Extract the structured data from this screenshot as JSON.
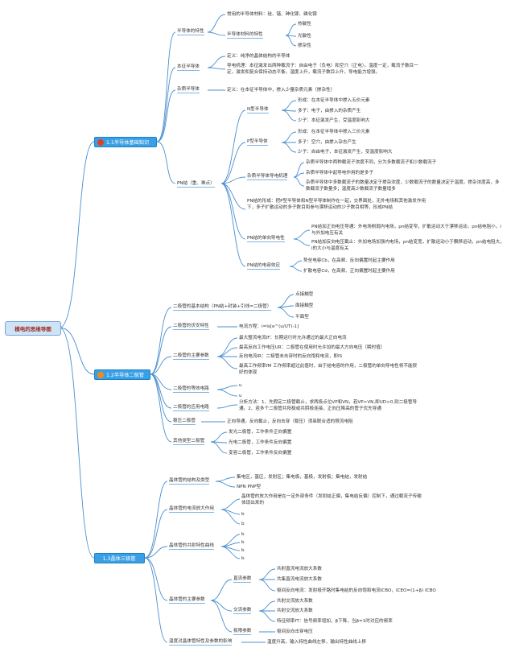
{
  "root": {
    "label": "模电的思维导图"
  },
  "colors": {
    "branch": "#3aa0e6",
    "root_bg": "#cfe3f7",
    "root_text": "#9b2a1a",
    "line": "#4a8fd0",
    "badge1": "#e0402a",
    "badge2": "#f28a1a"
  },
  "branches": [
    {
      "label": "1.1半导体基础知识",
      "badge_icon": "red-circle-badge"
    },
    {
      "label": "1.2半导体二极管",
      "badge_icon": "orange-circle-badge"
    },
    {
      "label": "1.3晶体三极管"
    }
  ],
  "b1": {
    "n1": "半导体的特性",
    "n1a": "常用的半导体材料：硅、锗、砷化镓、磷化镓",
    "n1b": "半导体材料的特性",
    "n1b1": "热敏性",
    "n1b2": "光敏性",
    "n1b3": "掺杂性",
    "n2": "本征半导体",
    "n2a": "定义：纯净的晶体结构的半导体",
    "n2b": "导电机理：本征激发出两种载流子：自由电子（负电）和空穴（正电）。温度一定，载流子数目一定，激发和复合保持动态平衡。温度上升，载流子数目上升，导电能力增强。",
    "n3": "杂质半导体",
    "n3a": "定义：在本征半导体中，掺入少量杂质元素（掺杂性）",
    "n4": "PN结（重、难点）",
    "n_type": "N型半导体",
    "n_type1": "形成：在本征半导体中掺入五价元素",
    "n_type2": "多子：电子，由掺入的杂质产生",
    "n_type3": "少子：本征激发产生，受温度影响大",
    "p_type": "P型半导体",
    "p_type1": "形成：在本征半导体中掺入三价元素",
    "p_type2": "多子：空穴，由掺入杂志产生",
    "p_type3": "少子：自由电子，本征激发产生，受温度影响大",
    "mech": "杂质半导体导电机理",
    "mech1": "杂质半导体中两种载流子浓度不同，分为多数载流子和少数载流子",
    "mech2": "杂质半导体中起导电作用的是多子",
    "mech3": "杂质半导体中多数载流子的数量决定于掺杂浓度，少数载流子的数量决定于温度。掺杂浓度高，多数载流子数量多；温度高少数载流子数量增多",
    "form": "PN结的形成：把P型半导体和N型半导体制作在一起，交界面处，无外电场和其他激发作用下，多子扩散运动的多子数目和参与漂移运动的少子数目相等，形成PN结",
    "uni": "PN结的单向导电性",
    "uni1": "PN结加正向电压导通：外电场削弱内电场，pn结变窄，扩散运动大于漂移运动，pn结电阻小，i与外加电压有关",
    "uni2": "PN结加反向电压截止：外加电场加强内电场，pn结变宽，扩散运动小于飘移运动，pn结电阻大，i的大小与温度有关",
    "cap": "PN结的电容效应",
    "cap1": "势垒电容Cb，在高频、反向偏置时起主要作用",
    "cap2": "扩散电容Cd，在高频、正向偏置时起主要作用"
  },
  "b2": {
    "s1": "二极管的基本结构（PN结+封装+引线=二极管）",
    "s1a": "点接触型",
    "s1b": "面接触型",
    "s1c": "平面型",
    "s2": "二极管的伏安特性",
    "s2a": "电流方程：i=Is[e^(u/UT)-1]",
    "s3": "二极管的主要参数",
    "s3a": "最大整流电流IF：长期运行时允许通过的最大正向电流",
    "s3b": "最高反向工作电压UR：二极管在使用时允许加的最大方向电压（瞬时值）",
    "s3c": "反向电流IR：二极管未击穿时的反向饱和电流，即IS",
    "s3d": "最高工作频率fM 工作频率超过此值时，由于结电容的作用，二极管的单向导电性将不能很好的体现",
    "s4": "二极管的等效电路",
    "s4a": "u",
    "s4b": "u",
    "s5": "二极管的应用电路",
    "s5a": "分析方法：1、先假定二极管截止，求两极点位VP和VN，若VP>VN,即UD>0,则二极管导通。2、若多个二极管共阳极或共阴极连接，正向压降高的管子优先导通",
    "s6": "稳压二极管",
    "s6a": "正向导通，反向截止，反向击穿（稳压）须串联合适的限流电阻",
    "s7": "其他类型二极管",
    "s7a": "发光二极管，工作条件正向偏置",
    "s7b": "光电二极管，工作条件反向偏置",
    "s7c": "变容二极管，工作条件反向偏置"
  },
  "b3": {
    "t1": "晶体管的结构及类型",
    "t1a": "集电区，基区，发射区；集电极，基极，发射极；集电结，发射结",
    "t1b": "NPN PNP型",
    "t2": "晶体管的电流放大作用",
    "t2a": "晶体管的放大作用是在一定外部条件（发射结正偏，集电结反偏）控制下，通过载流子传输体现出来的",
    "t2b": "b",
    "t2c": "b",
    "t3": "晶体管的共射特性曲线",
    "t3a": "b",
    "t3b": "b",
    "t3c": "b",
    "t3d": "b",
    "t4": "晶体管的主要参数",
    "dc": "直流参数",
    "dc1": "共射直流电流放大系数",
    "dc2": "共集直流电流放大系数",
    "dc3": "极间反向电流：发射极开路时集电结的反向饱和电流ICBO，ICEO=(1+β) ICBO",
    "ac": "交流参数",
    "ac1": "共射交流放大系数",
    "ac2": "共射交流放大系数",
    "ac3": "特征频率fT：信号频率增加，β下降，当β=1时对应的频率",
    "lim": "极限参数",
    "lim1": "极间反向击穿电压",
    "t5": "温度对晶体管特性及参数的影响",
    "t5a": "温度升高，输入特性曲线左移，输出特性曲线上移"
  }
}
